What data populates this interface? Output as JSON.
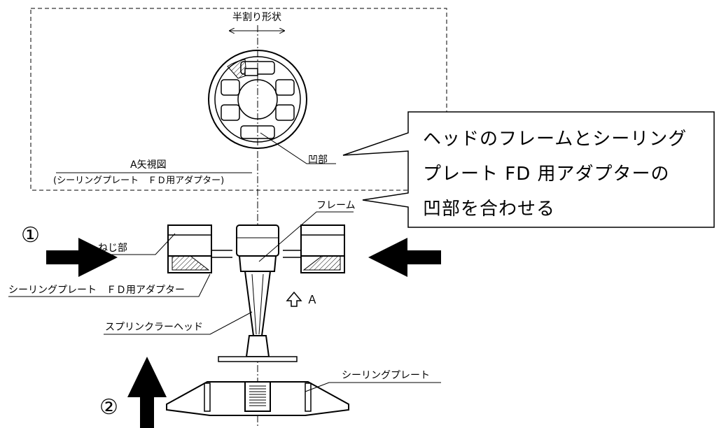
{
  "labels": {
    "half_split": "半割り形状",
    "view_a_title": "A矢視図",
    "view_a_subtitle": "(シーリングプレート　ＦＤ用アダプター)",
    "recess": "凹部",
    "frame": "フレーム",
    "thread": "ねじ部",
    "fd_adapter": "シーリングプレート　ＦＤ用アダプター",
    "sprinkler_head": "スプリンクラーヘッド",
    "arrow_a": "Ａ",
    "ceiling_plate": "シーリングプレート",
    "step1": "①",
    "step2": "②"
  },
  "callout": {
    "lines": [
      "ヘッドのフレームとシーリング",
      "プレート FD 用アダプターの",
      "凹部を合わせる"
    ]
  },
  "colors": {
    "line": "#000000",
    "background": "#ffffff"
  }
}
